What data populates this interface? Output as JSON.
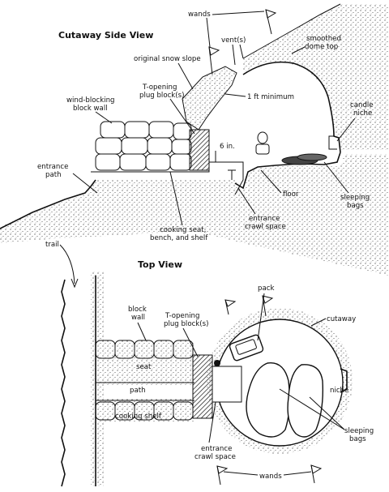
{
  "side_view": {
    "title": "Cutaway Side View",
    "labels": {
      "wands": "wands",
      "vents": "vent(s)",
      "original_slope": "original snow slope",
      "smoothed_dome_1": "smoothed",
      "smoothed_dome_2": "dome top",
      "t_opening_1": "T-opening",
      "t_opening_2": "plug block(s)",
      "wind_block_1": "wind-blocking",
      "wind_block_2": "block wall",
      "one_ft": "1 ft minimum",
      "candle_1": "candle",
      "candle_2": "niche",
      "six_in": "6 in.",
      "entrance_path_1": "entrance",
      "entrance_path_2": "path",
      "floor": "floor",
      "sleeping_bags_1": "sleeping",
      "sleeping_bags_2": "bags",
      "entrance_crawl_1": "entrance",
      "entrance_crawl_2": "crawl space",
      "cooking_1": "cooking seat,",
      "cooking_2": "bench, and shelf",
      "trail": "trail"
    }
  },
  "top_view": {
    "title": "Top View",
    "labels": {
      "pack": "pack",
      "block_wall_1": "block",
      "block_wall_2": "wall",
      "t_opening_1": "T-opening",
      "t_opening_2": "plug block(s)",
      "cutaway": "cutaway",
      "seat": "seat",
      "path": "path",
      "niche": "niche",
      "cooking_shelf": "cooking shelf",
      "sleeping_bags_1": "sleeping",
      "sleeping_bags_2": "bags",
      "entrance_crawl_1": "entrance",
      "entrance_crawl_2": "crawl space",
      "wands": "wands"
    }
  }
}
